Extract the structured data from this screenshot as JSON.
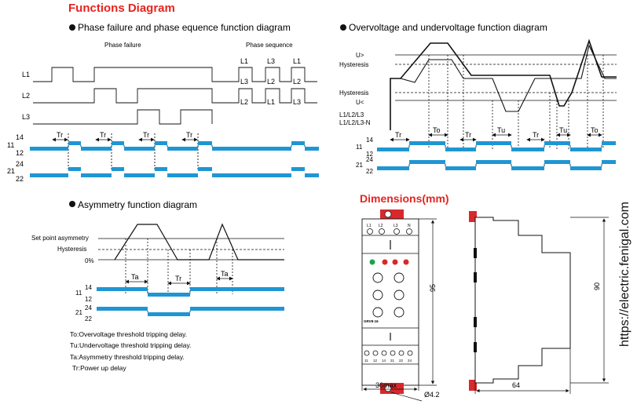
{
  "title": "Functions Diagram",
  "section1": {
    "title": "Phase failure and phase equence function diagram",
    "sub_left": "Phase failure",
    "sub_right": "Phase sequence",
    "row_labels": [
      "L1",
      "L2",
      "L3"
    ],
    "relay_labels": [
      "14",
      "11",
      "12",
      "21",
      "24",
      "22"
    ],
    "tr": "Tr",
    "seq_cols": [
      [
        "L1",
        "L3",
        "L2"
      ],
      [
        "L3",
        "L2",
        "L1"
      ],
      [
        "L1",
        "L2",
        "L3"
      ]
    ]
  },
  "section2": {
    "title": "Overvoltage and undervoltage function diagram",
    "labels": [
      "U>",
      "Hysteresis",
      "Hysteresis",
      "U<",
      "L1/L2/L3",
      "L1/L2/L3-N"
    ],
    "relay_labels": [
      "14",
      "11",
      "12",
      "24",
      "21",
      "22"
    ],
    "delays": [
      "Tr",
      "To",
      "Tr",
      "Tu",
      "Tr",
      "Tu",
      "To"
    ]
  },
  "section3": {
    "title": "Asymmetry function diagram",
    "labels": [
      "Set point asymmetry",
      "Hysteresis",
      "0%"
    ],
    "relay_labels": [
      "14",
      "11",
      "12",
      "24",
      "21",
      "22"
    ],
    "delays": [
      "Ta",
      "Tr",
      "Ta"
    ]
  },
  "legend": [
    "To:Overvoltage threshold tripping delay.",
    "Tu:Undervoltage threshold tripping delay.",
    "Ta:Asymmetry threshold tripping delay.",
    "Tr:Power up delay"
  ],
  "dimensions": {
    "title": "Dimensions(mm)",
    "front_top_terminals": [
      "L1",
      "L2",
      "L3",
      "N"
    ],
    "front_bottom_terminals": [
      "11",
      "12",
      "14",
      "21",
      "22",
      "24"
    ],
    "model": "GRV8-16",
    "height": "95",
    "height_side": "90",
    "width": "36max",
    "depth": "64",
    "hole": "Ø4.2"
  },
  "url": "https://electric.fenigal.com",
  "colors": {
    "title_red": "#e8231f",
    "relay_blue": "#1f96d3",
    "dim_red": "#d9282b"
  }
}
